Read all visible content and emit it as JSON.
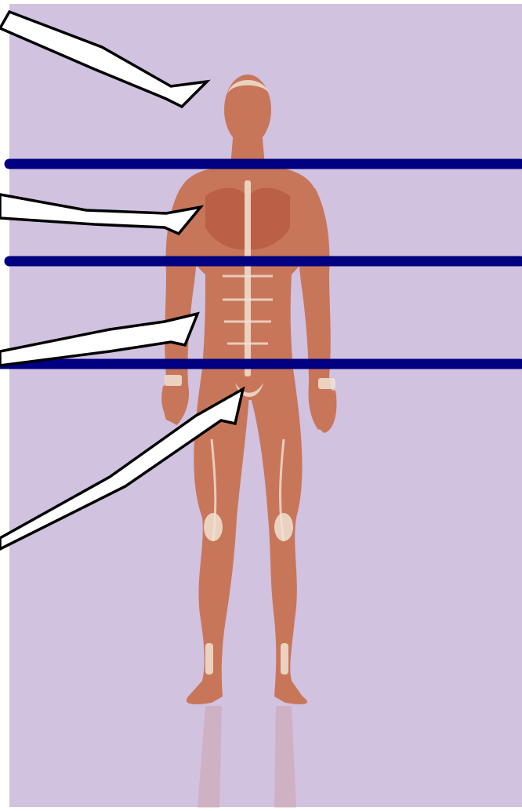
{
  "figure": {
    "background_color": "#d1c2e0",
    "band_color": "#000080",
    "callout_fill": "#ffffff",
    "callout_stroke": "#000000",
    "skin_color": "#c8765a",
    "muscle_color": "#b5563f",
    "tendon_color": "#f0e2d2"
  },
  "regions": [
    {
      "name": "head"
    },
    {
      "name": "chest"
    },
    {
      "name": "abdomen"
    },
    {
      "name": "legs"
    }
  ]
}
